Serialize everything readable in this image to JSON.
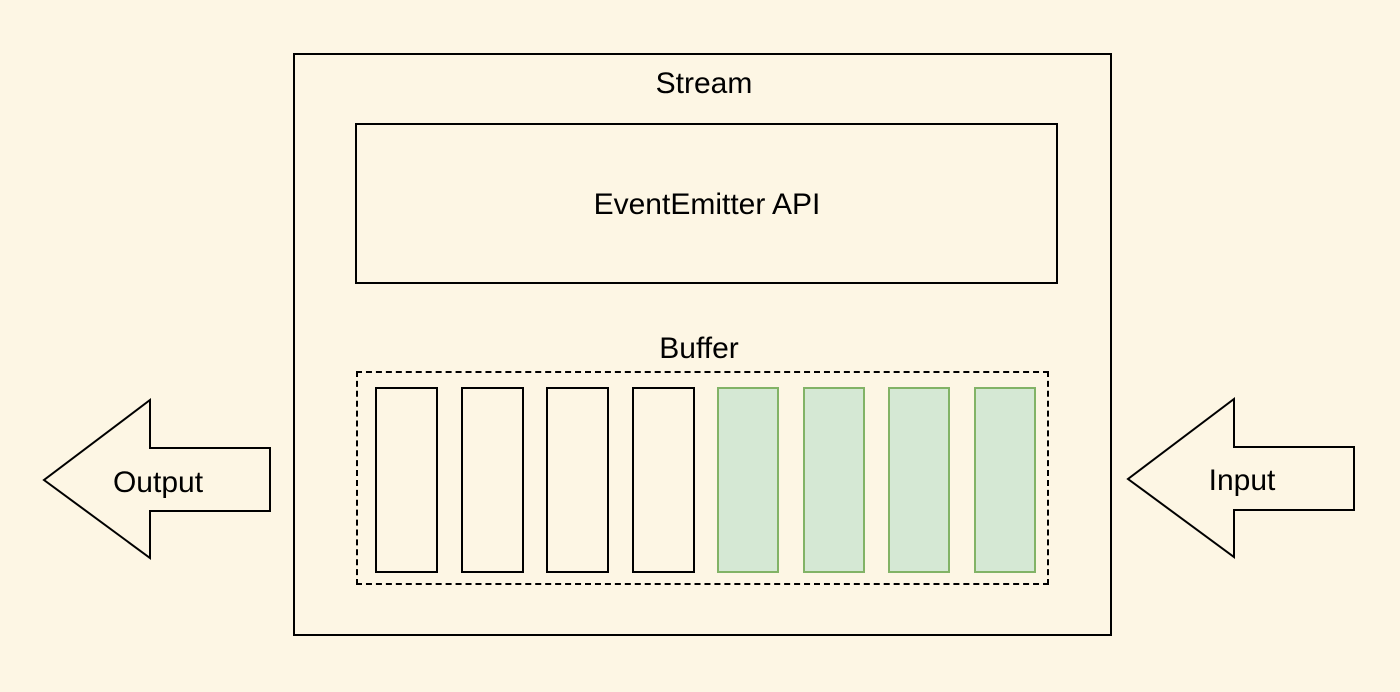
{
  "colors": {
    "background": "#fdf6e4",
    "stroke": "#000000",
    "buffer_fill": "#d5e8d4",
    "buffer_stroke": "#82b366"
  },
  "stream": {
    "label": "Stream",
    "emitter": {
      "label": "EventEmitter API"
    },
    "buffer": {
      "label": "Buffer",
      "cells": [
        {
          "filled": false
        },
        {
          "filled": false
        },
        {
          "filled": false
        },
        {
          "filled": false
        },
        {
          "filled": true
        },
        {
          "filled": true
        },
        {
          "filled": true
        },
        {
          "filled": true
        }
      ]
    }
  },
  "output_arrow": {
    "label": "Output"
  },
  "input_arrow": {
    "label": "Input"
  }
}
